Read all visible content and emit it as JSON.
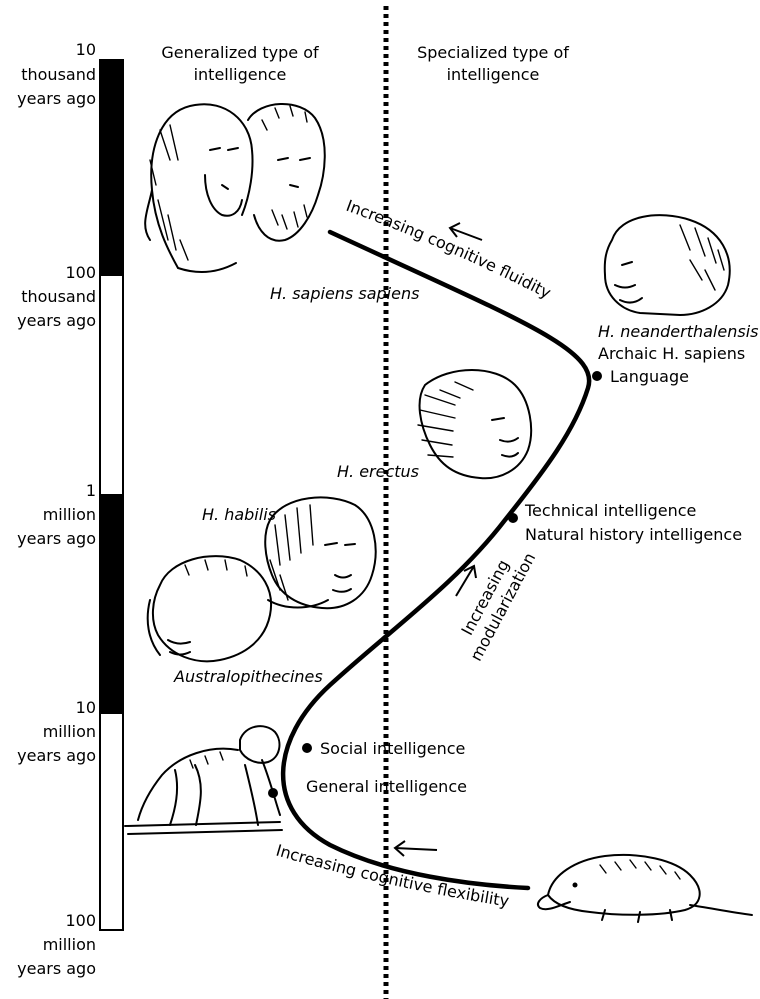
{
  "columns": {
    "left_line1": "Generalized type of",
    "left_line2": "intelligence",
    "right_line1": "Specialized type of",
    "right_line2": "intelligence"
  },
  "timeline": {
    "segments": [
      {
        "fill": "#000000"
      },
      {
        "fill": "#ffffff"
      },
      {
        "fill": "#000000"
      },
      {
        "fill": "#ffffff"
      }
    ],
    "labels": [
      {
        "num": "10",
        "unit": "thousand",
        "ago": "years ago"
      },
      {
        "num": "100",
        "unit": "thousand",
        "ago": "years ago"
      },
      {
        "num": "1",
        "unit": "million",
        "ago": "years ago"
      },
      {
        "num": "10",
        "unit": "million",
        "ago": "years ago"
      },
      {
        "num": "100",
        "unit": "million",
        "ago": "years ago"
      }
    ]
  },
  "species": {
    "sapiens": "H. sapiens sapiens",
    "neanderthal": "H. neanderthalensis",
    "archaic": "Archaic H. sapiens",
    "erectus": "H. erectus",
    "habilis": "H. habilis",
    "australopithecines": "Australopithecines"
  },
  "intelligences": {
    "language": "Language",
    "technical": "Technical intelligence",
    "natural_history": "Natural history intelligence",
    "social": "Social intelligence",
    "general": "General intelligence"
  },
  "trends": {
    "fluidity": "Increasing cognitive fluidity",
    "modularization_line1": "Increasing",
    "modularization_line2": "modularization",
    "flexibility": "Increasing cognitive flexibility"
  }
}
